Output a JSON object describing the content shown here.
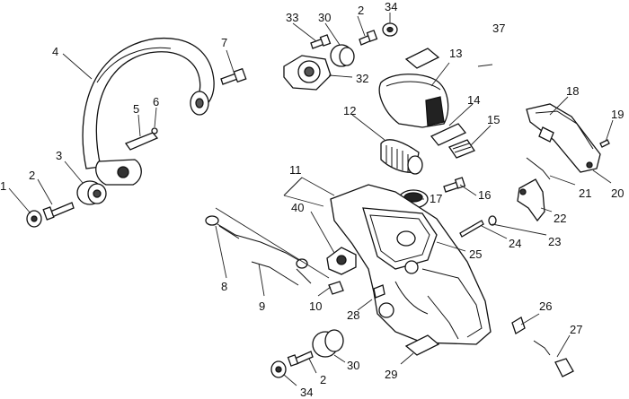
{
  "diagram": {
    "callouts": [
      "1",
      "2",
      "3",
      "4",
      "5",
      "6",
      "7",
      "8",
      "9",
      "10",
      "11",
      "12",
      "13",
      "14",
      "15",
      "16",
      "17",
      "18",
      "19",
      "20",
      "21",
      "22",
      "23",
      "24",
      "25",
      "26",
      "27",
      "28",
      "29",
      "30",
      "32",
      "33",
      "34",
      "37",
      "40"
    ],
    "repeated_callouts": [
      "2",
      "30",
      "34"
    ]
  }
}
